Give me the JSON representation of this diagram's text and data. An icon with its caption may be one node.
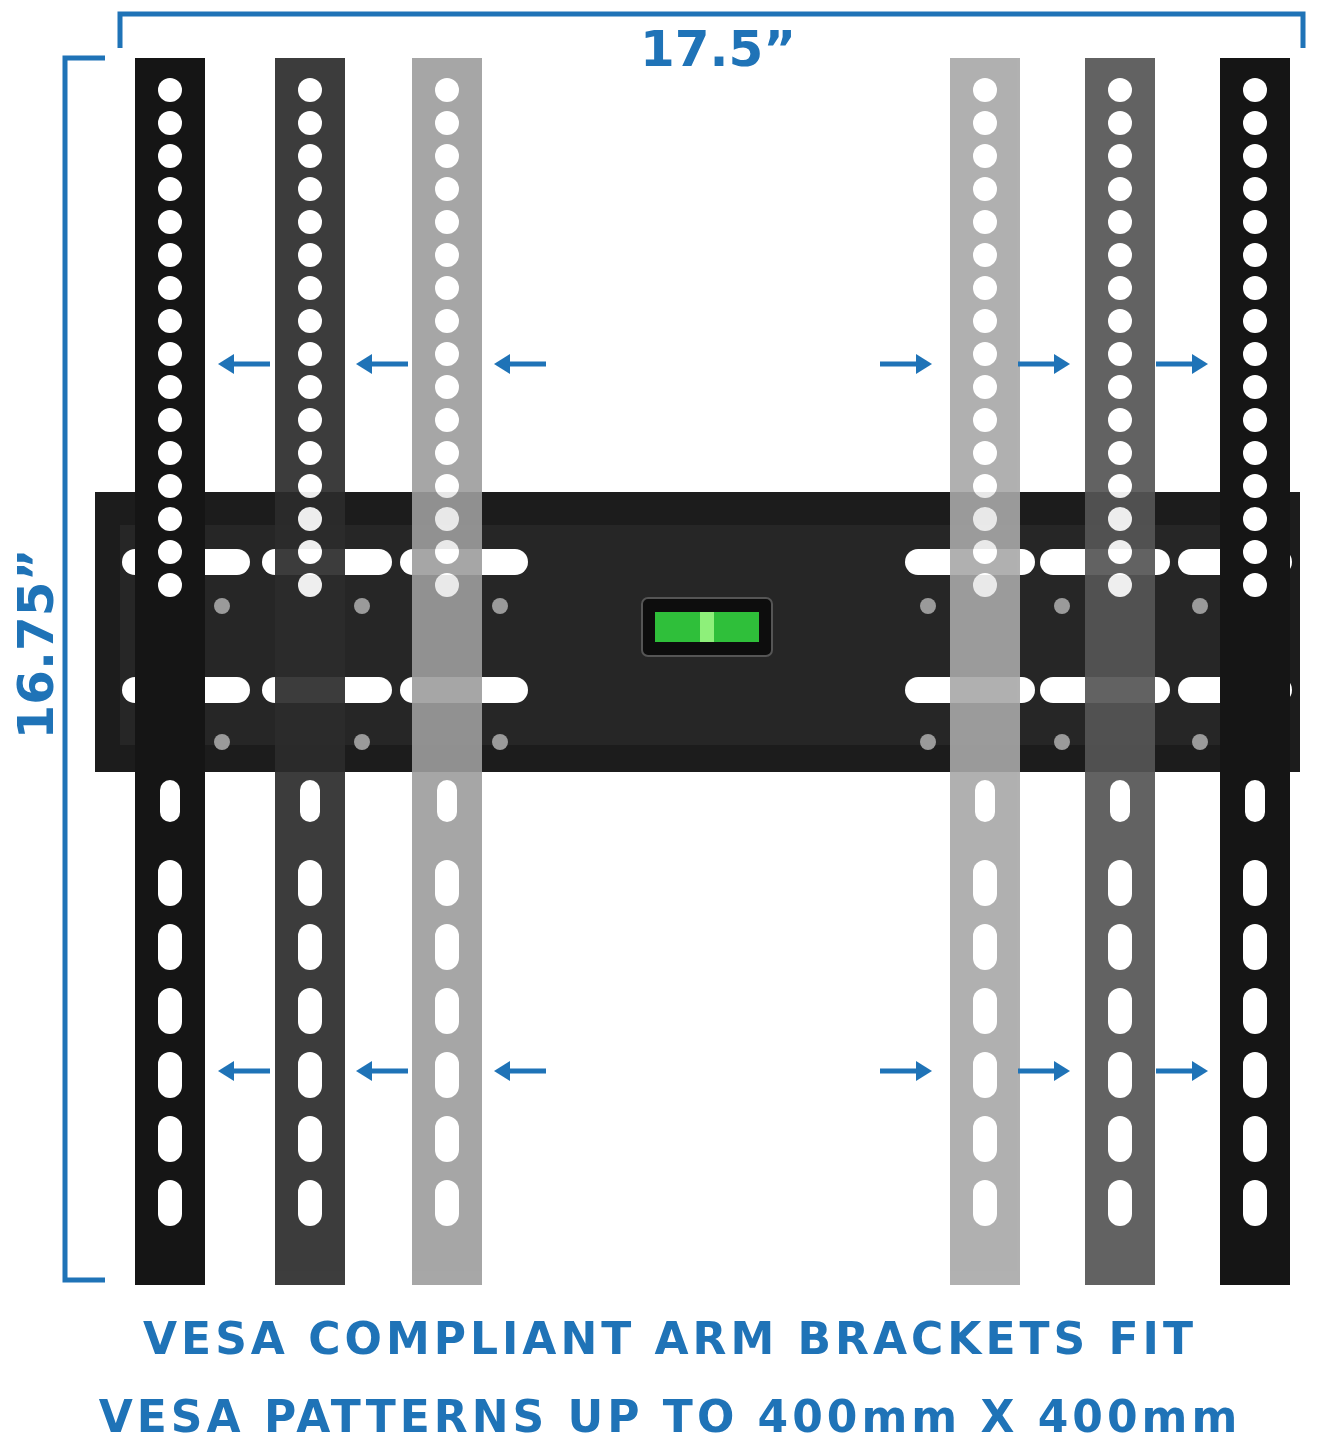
{
  "diagram": {
    "caption": "VESA COMPLIANT ARM BRACKETS FIT VESA PATTERNS UP TO 400mm X 400mm",
    "labels": [
      "17.5”",
      "16.75”"
    ]
  }
}
